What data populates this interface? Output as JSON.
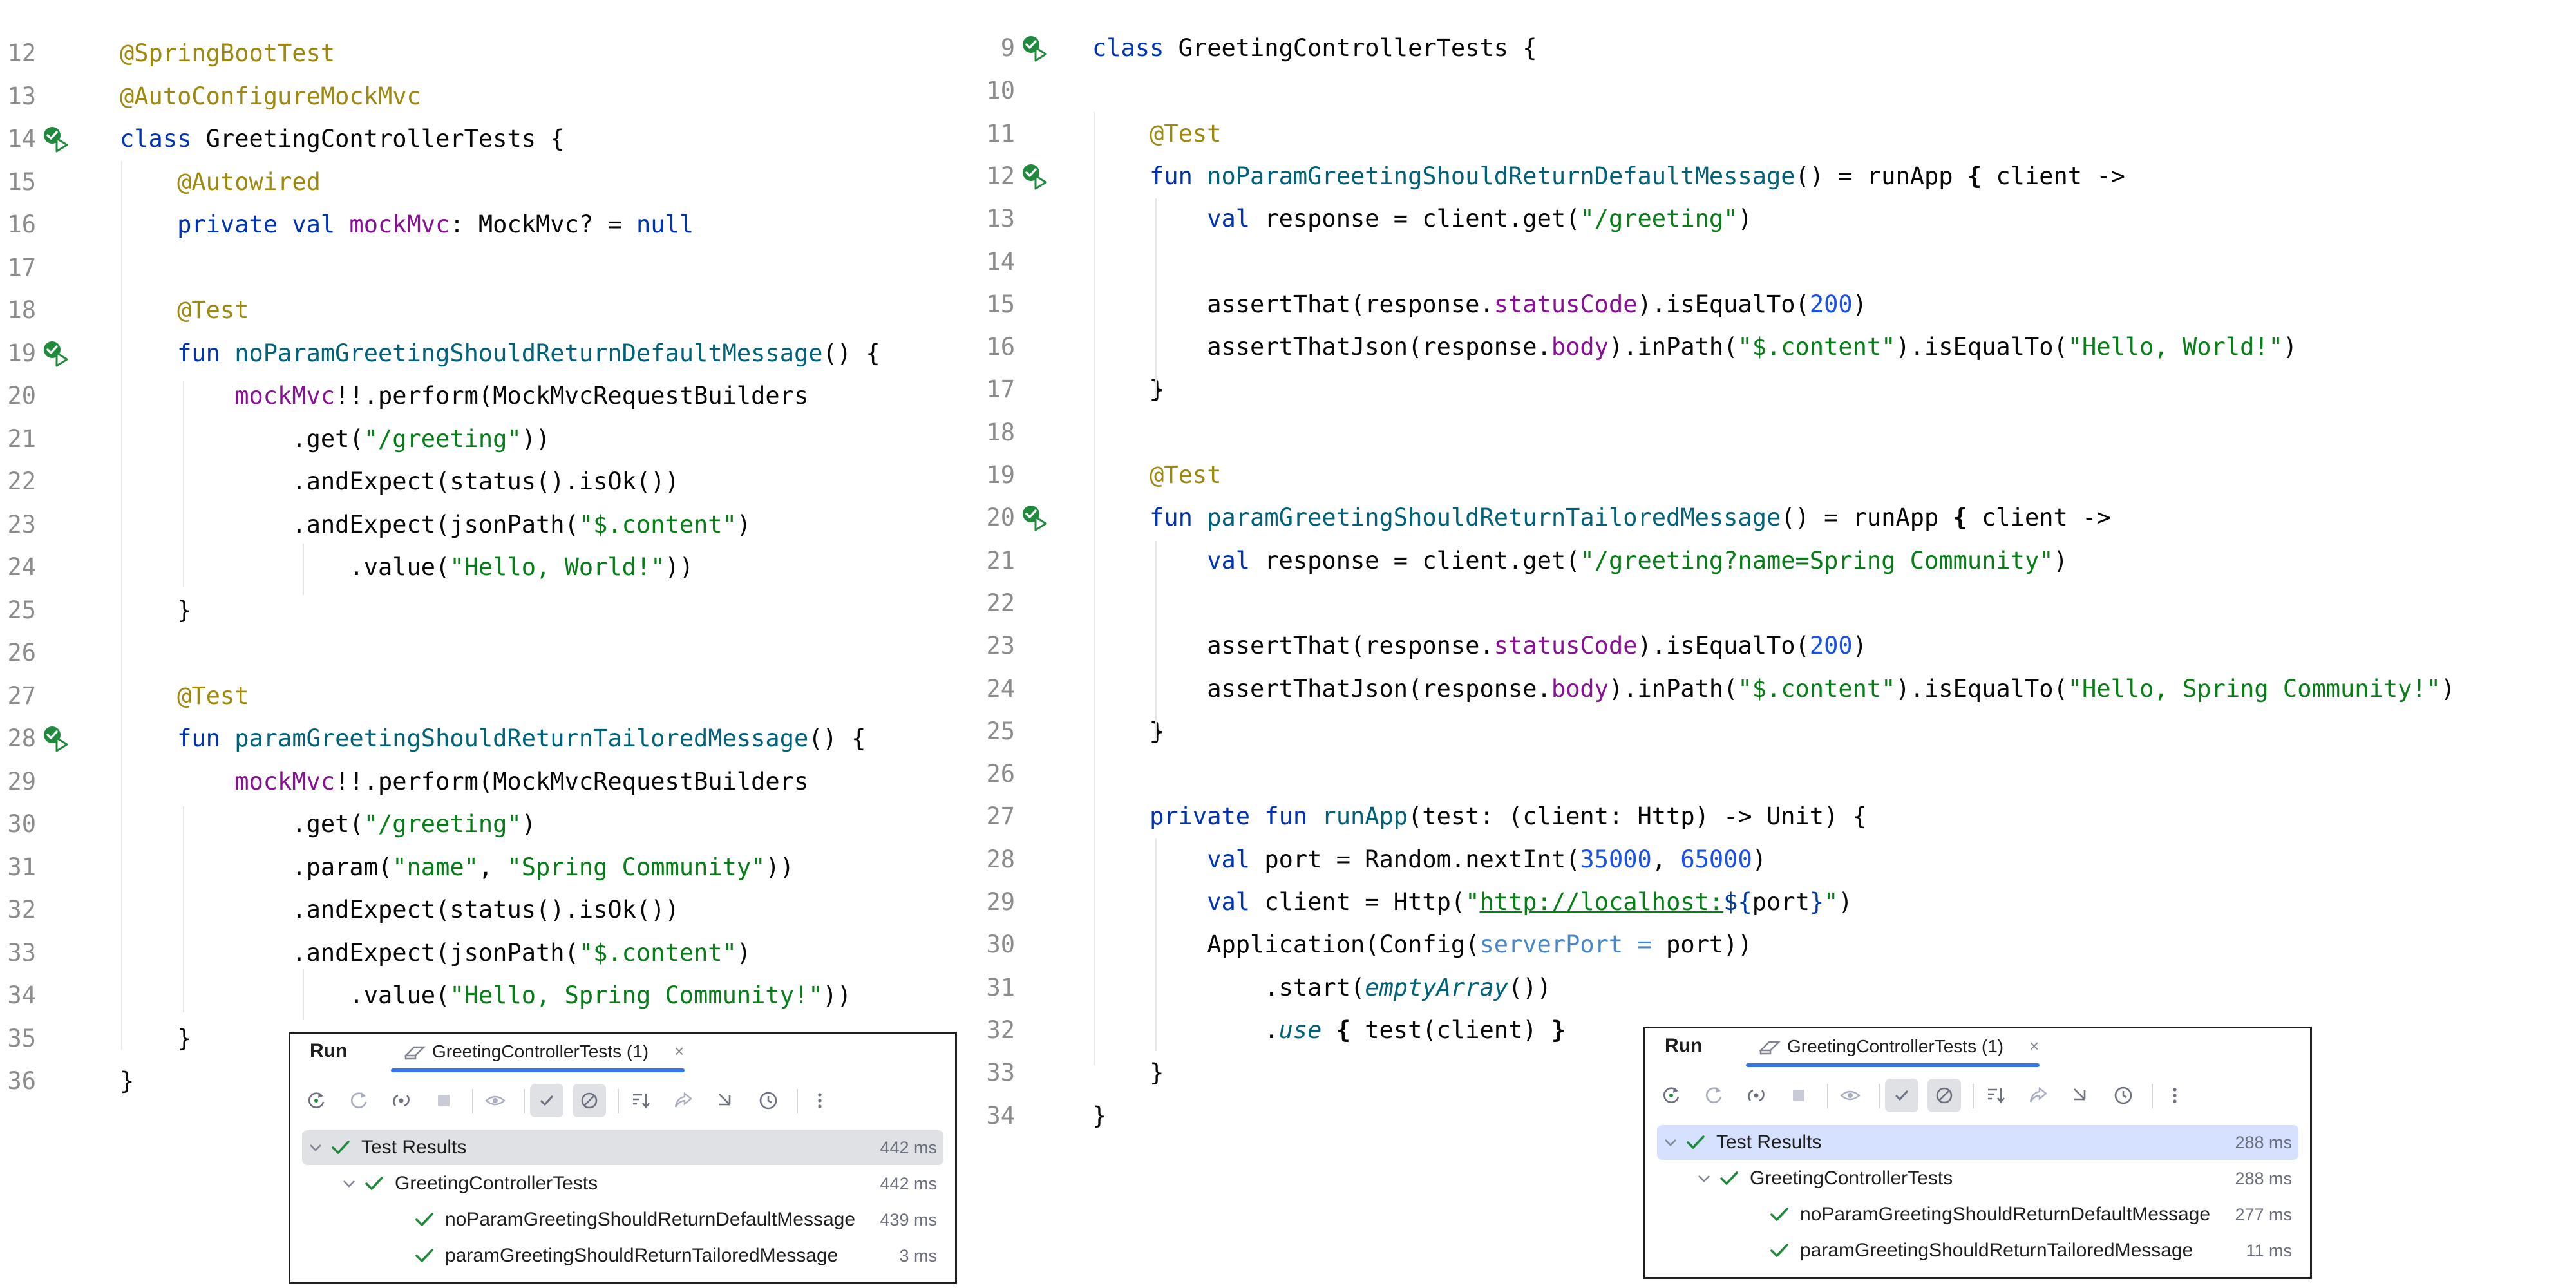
{
  "left_editor": {
    "lines": [
      {
        "n": "12",
        "tokens": [
          [
            "ann",
            "@SpringBootTest"
          ]
        ]
      },
      {
        "n": "13",
        "tokens": [
          [
            "ann",
            "@AutoConfigureMockMvc"
          ]
        ]
      },
      {
        "n": "14",
        "run": true,
        "tokens": [
          [
            "kw",
            "class "
          ],
          [
            "",
            "GreetingControllerTests {"
          ]
        ]
      },
      {
        "n": "15",
        "tokens": [
          [
            "",
            "    "
          ],
          [
            "ann",
            "@Autowired"
          ]
        ]
      },
      {
        "n": "16",
        "tokens": [
          [
            "",
            "    "
          ],
          [
            "kw",
            "private val "
          ],
          [
            "prop",
            "mockMvc"
          ],
          [
            "",
            ": MockMvc? = "
          ],
          [
            "kw",
            "null"
          ]
        ]
      },
      {
        "n": "17",
        "tokens": []
      },
      {
        "n": "18",
        "tokens": [
          [
            "",
            "    "
          ],
          [
            "ann",
            "@Test"
          ]
        ]
      },
      {
        "n": "19",
        "run": true,
        "tokens": [
          [
            "",
            "    "
          ],
          [
            "kw",
            "fun "
          ],
          [
            "fn",
            "noParamGreetingShouldReturnDefaultMessage"
          ],
          [
            "",
            "() {"
          ]
        ]
      },
      {
        "n": "20",
        "tokens": [
          [
            "",
            "        "
          ],
          [
            "prop",
            "mockMvc"
          ],
          [
            "",
            "!!.perform(MockMvcRequestBuilders"
          ]
        ]
      },
      {
        "n": "21",
        "tokens": [
          [
            "",
            "            .get("
          ],
          [
            "str",
            "\"/greeting\""
          ],
          [
            "",
            "))"
          ]
        ]
      },
      {
        "n": "22",
        "tokens": [
          [
            "",
            "            .andExpect(status().isOk())"
          ]
        ]
      },
      {
        "n": "23",
        "tokens": [
          [
            "",
            "            .andExpect(jsonPath("
          ],
          [
            "str",
            "\"$.content\""
          ],
          [
            "",
            ")"
          ]
        ]
      },
      {
        "n": "24",
        "tokens": [
          [
            "",
            "                .value("
          ],
          [
            "str",
            "\"Hello, World!\""
          ],
          [
            "",
            "))"
          ]
        ]
      },
      {
        "n": "25",
        "tokens": [
          [
            "",
            "    }"
          ]
        ]
      },
      {
        "n": "26",
        "tokens": []
      },
      {
        "n": "27",
        "tokens": [
          [
            "",
            "    "
          ],
          [
            "ann",
            "@Test"
          ]
        ]
      },
      {
        "n": "28",
        "run": true,
        "tokens": [
          [
            "",
            "    "
          ],
          [
            "kw",
            "fun "
          ],
          [
            "fn",
            "paramGreetingShouldReturnTailoredMessage"
          ],
          [
            "",
            "() {"
          ]
        ]
      },
      {
        "n": "29",
        "tokens": [
          [
            "",
            "        "
          ],
          [
            "prop",
            "mockMvc"
          ],
          [
            "",
            "!!.perform(MockMvcRequestBuilders"
          ]
        ]
      },
      {
        "n": "30",
        "tokens": [
          [
            "",
            "            .get("
          ],
          [
            "str",
            "\"/greeting\""
          ],
          [
            "",
            ")"
          ]
        ]
      },
      {
        "n": "31",
        "tokens": [
          [
            "",
            "            .param("
          ],
          [
            "str",
            "\"name\""
          ],
          [
            "",
            ", "
          ],
          [
            "str",
            "\"Spring Community\""
          ],
          [
            "",
            "))"
          ]
        ]
      },
      {
        "n": "32",
        "tokens": [
          [
            "",
            "            .andExpect(status().isOk())"
          ]
        ]
      },
      {
        "n": "33",
        "tokens": [
          [
            "",
            "            .andExpect(jsonPath("
          ],
          [
            "str",
            "\"$.content\""
          ],
          [
            "",
            ")"
          ]
        ]
      },
      {
        "n": "34",
        "tokens": [
          [
            "",
            "                .value("
          ],
          [
            "str",
            "\"Hello, Spring Community!\""
          ],
          [
            "",
            "))"
          ]
        ]
      },
      {
        "n": "35",
        "tokens": [
          [
            "",
            "    }"
          ]
        ]
      },
      {
        "n": "36",
        "tokens": [
          [
            "",
            "}"
          ]
        ]
      }
    ]
  },
  "right_editor": {
    "lines": [
      {
        "n": "9",
        "run": true,
        "tokens": [
          [
            "kw",
            "class "
          ],
          [
            "",
            "GreetingControllerTests {"
          ]
        ]
      },
      {
        "n": "10",
        "tokens": []
      },
      {
        "n": "11",
        "tokens": [
          [
            "",
            "    "
          ],
          [
            "ann",
            "@Test"
          ]
        ]
      },
      {
        "n": "12",
        "run": true,
        "tokens": [
          [
            "",
            "    "
          ],
          [
            "kw",
            "fun "
          ],
          [
            "fn",
            "noParamGreetingShouldReturnDefaultMessage"
          ],
          [
            "",
            "() = runApp "
          ],
          [
            "brace",
            "{"
          ],
          [
            "",
            " client ->"
          ]
        ]
      },
      {
        "n": "13",
        "tokens": [
          [
            "",
            "        "
          ],
          [
            "kw",
            "val "
          ],
          [
            "",
            "response = client.get("
          ],
          [
            "str",
            "\"/greeting\""
          ],
          [
            "",
            ")"
          ]
        ]
      },
      {
        "n": "14",
        "tokens": []
      },
      {
        "n": "15",
        "tokens": [
          [
            "",
            "        assertThat(response."
          ],
          [
            "prop",
            "statusCode"
          ],
          [
            "",
            ").isEqualTo("
          ],
          [
            "num",
            "200"
          ],
          [
            "",
            ")"
          ]
        ]
      },
      {
        "n": "16",
        "tokens": [
          [
            "",
            "        assertThatJson(response."
          ],
          [
            "prop",
            "body"
          ],
          [
            "",
            ").inPath("
          ],
          [
            "str",
            "\"$.content\""
          ],
          [
            "",
            ").isEqualTo("
          ],
          [
            "str",
            "\"Hello, World!\""
          ],
          [
            "",
            ")"
          ]
        ]
      },
      {
        "n": "17",
        "tokens": [
          [
            "",
            "    "
          ],
          [
            "brace",
            "}"
          ]
        ]
      },
      {
        "n": "18",
        "tokens": []
      },
      {
        "n": "19",
        "tokens": [
          [
            "",
            "    "
          ],
          [
            "ann",
            "@Test"
          ]
        ]
      },
      {
        "n": "20",
        "run": true,
        "tokens": [
          [
            "",
            "    "
          ],
          [
            "kw",
            "fun "
          ],
          [
            "fn",
            "paramGreetingShouldReturnTailoredMessage"
          ],
          [
            "",
            "() = runApp "
          ],
          [
            "brace",
            "{"
          ],
          [
            "",
            " client ->"
          ]
        ]
      },
      {
        "n": "21",
        "tokens": [
          [
            "",
            "        "
          ],
          [
            "kw",
            "val "
          ],
          [
            "",
            "response = client.get("
          ],
          [
            "str",
            "\"/greeting?name=Spring Community\""
          ],
          [
            "",
            ")"
          ]
        ]
      },
      {
        "n": "22",
        "tokens": []
      },
      {
        "n": "23",
        "tokens": [
          [
            "",
            "        assertThat(response."
          ],
          [
            "prop",
            "statusCode"
          ],
          [
            "",
            ").isEqualTo("
          ],
          [
            "num",
            "200"
          ],
          [
            "",
            ")"
          ]
        ]
      },
      {
        "n": "24",
        "tokens": [
          [
            "",
            "        assertThatJson(response."
          ],
          [
            "prop",
            "body"
          ],
          [
            "",
            ").inPath("
          ],
          [
            "str",
            "\"$.content\""
          ],
          [
            "",
            ").isEqualTo("
          ],
          [
            "str",
            "\"Hello, Spring Community!\""
          ],
          [
            "",
            ")"
          ]
        ]
      },
      {
        "n": "25",
        "tokens": [
          [
            "",
            "    "
          ],
          [
            "brace",
            "}"
          ]
        ]
      },
      {
        "n": "26",
        "tokens": []
      },
      {
        "n": "27",
        "tokens": [
          [
            "",
            "    "
          ],
          [
            "kw",
            "private fun "
          ],
          [
            "fn",
            "runApp"
          ],
          [
            "",
            "(test: (client: Http) -> Unit) {"
          ]
        ]
      },
      {
        "n": "28",
        "tokens": [
          [
            "",
            "        "
          ],
          [
            "kw",
            "val "
          ],
          [
            "",
            "port = Random.nextInt("
          ],
          [
            "num",
            "35000"
          ],
          [
            "",
            ", "
          ],
          [
            "num",
            "65000"
          ],
          [
            "",
            ")"
          ]
        ]
      },
      {
        "n": "29",
        "tokens": [
          [
            "",
            "        "
          ],
          [
            "kw",
            "val "
          ],
          [
            "",
            "client = Http("
          ],
          [
            "str",
            "\""
          ],
          [
            "link",
            "http://localhost:"
          ],
          [
            "tmpl",
            "${"
          ],
          [
            "",
            "port"
          ],
          [
            "tmpl",
            "}"
          ],
          [
            "str",
            "\""
          ],
          [
            "",
            ")"
          ]
        ]
      },
      {
        "n": "30",
        "tokens": [
          [
            "",
            "        Application(Config("
          ],
          [
            "named",
            "serverPort = "
          ],
          [
            "",
            "port))"
          ]
        ]
      },
      {
        "n": "31",
        "tokens": [
          [
            "",
            "            .start("
          ],
          [
            "it",
            "emptyArray"
          ],
          [
            "",
            "())"
          ]
        ]
      },
      {
        "n": "32",
        "tokens": [
          [
            "",
            "            ."
          ],
          [
            "it",
            "use"
          ],
          [
            "",
            " "
          ],
          [
            "brace",
            "{"
          ],
          [
            "",
            " test(client) "
          ],
          [
            "brace",
            "}"
          ]
        ]
      },
      {
        "n": "33",
        "tokens": [
          [
            "",
            "    }"
          ]
        ]
      },
      {
        "n": "34",
        "tokens": [
          [
            "",
            "}"
          ]
        ]
      }
    ]
  },
  "run_panel_left": {
    "title": "Run",
    "tab_label": "GreetingControllerTests (1)",
    "tab_close": "×",
    "tree": [
      {
        "label": "Test Results",
        "time": "442 ms"
      },
      {
        "label": "GreetingControllerTests",
        "time": "442 ms"
      },
      {
        "label": "noParamGreetingShouldReturnDefaultMessage",
        "time": "439 ms"
      },
      {
        "label": "paramGreetingShouldReturnTailoredMessage",
        "time": "3 ms"
      }
    ]
  },
  "run_panel_right": {
    "title": "Run",
    "tab_label": "GreetingControllerTests (1)",
    "tab_close": "×",
    "tree": [
      {
        "label": "Test Results",
        "time": "288 ms"
      },
      {
        "label": "GreetingControllerTests",
        "time": "288 ms"
      },
      {
        "label": "noParamGreetingShouldReturnDefaultMessage",
        "time": "277 ms"
      },
      {
        "label": "paramGreetingShouldReturnTailoredMessage",
        "time": "11 ms"
      }
    ]
  },
  "icons": {
    "gutter": "run-test-icon",
    "tab": "test-tab-icon",
    "toolbar": [
      "rerun-icon",
      "rerun-failed-icon",
      "toggle-auto-test-icon",
      "stop-icon",
      "show-passed-icon",
      "show-ignored-icon",
      "sort-icon",
      "import-tests-icon",
      "collapse-icon",
      "history-icon",
      "more-options-icon"
    ],
    "pass": "check-icon",
    "expand": "chevron-down-icon"
  },
  "colors": {
    "keyword": "#0033b3",
    "annotation": "#9e880d",
    "string": "#067d17",
    "number": "#1750eb",
    "property": "#871094",
    "function": "#00627a",
    "pass_green": "#208a3c",
    "tab_underline": "#3574f0"
  }
}
